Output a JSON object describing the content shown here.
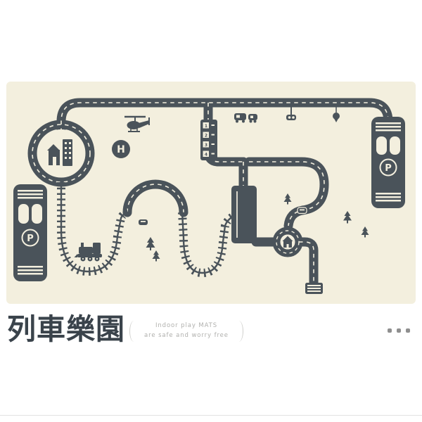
{
  "mat": {
    "bg_color": "#f3efde",
    "ink_color": "#4a535a",
    "parking_label": "P",
    "helipad_label": "H",
    "building_floor_labels": [
      "1",
      "2",
      "3",
      "4"
    ]
  },
  "footer": {
    "title": "列車樂園",
    "tagline_line1": "Indoor play MATS",
    "tagline_line2": "are safe and worry free"
  }
}
